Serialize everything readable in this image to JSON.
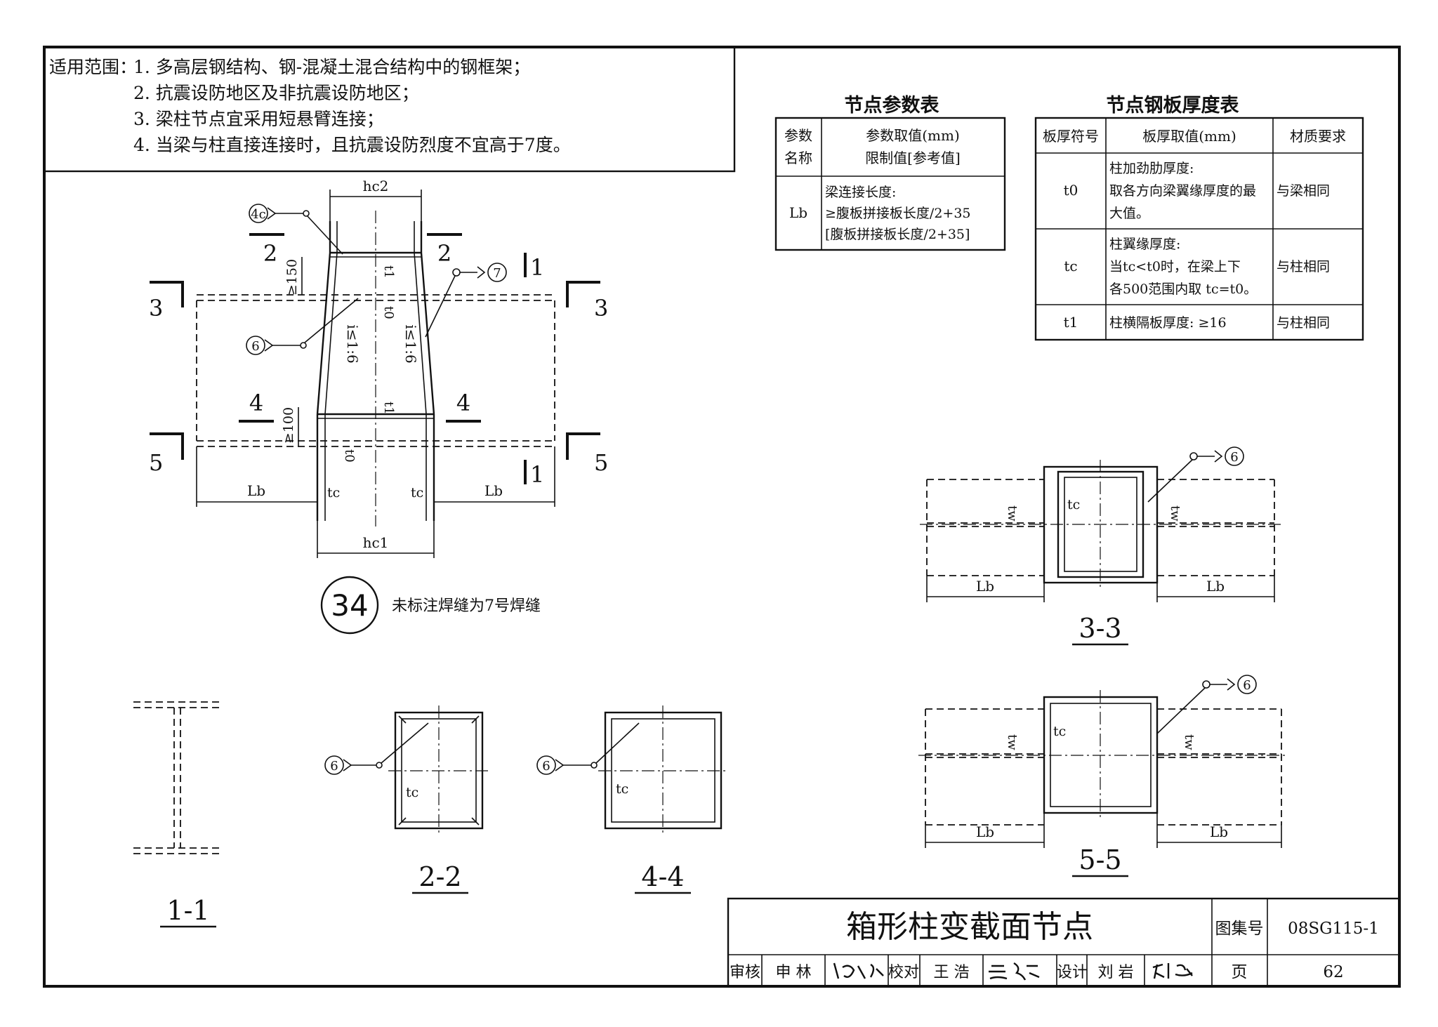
{
  "scope": {
    "label": "适用范围：",
    "items": [
      "1. 多高层钢结构、钢-混凝土混合结构中的钢框架；",
      "2. 抗震设防地区及非抗震设防地区；",
      "3. 梁柱节点宜采用短悬臂连接；",
      "4. 当梁与柱直接连接时，且抗震设防烈度不宜高于7度。"
    ]
  },
  "param_table": {
    "title": "节点参数表",
    "h1a": "参数",
    "h1b": "名称",
    "h2a": "参数取值(mm)",
    "h2b": "限制值[参考值]",
    "row_name": "Lb",
    "row_v1": "梁连接长度:",
    "row_v2": "≥腹板拼接板长度/2+35",
    "row_v3": "[腹板拼接板长度/2+35]"
  },
  "plate_table": {
    "title": "节点钢板厚度表",
    "headers": [
      "板厚符号",
      "板厚取值(mm)",
      "材质要求"
    ],
    "rows": [
      {
        "sym": "t0",
        "v": [
          "柱加劲肋厚度:",
          "取各方向梁翼缘厚度的最",
          "大值。"
        ],
        "m": "与梁相同"
      },
      {
        "sym": "tc",
        "v": [
          "柱翼缘厚度:",
          "当tc<t0时，在梁上下",
          "各500范围内取 tc=t0。"
        ],
        "m": "与柱相同"
      },
      {
        "sym": "t1",
        "v": [
          "柱横隔板厚度: ≥16"
        ],
        "m": "与柱相同"
      }
    ]
  },
  "main_detail": {
    "number": "34",
    "note": "未标注焊缝为7号焊缝",
    "hc2": "hc2",
    "hc1": "hc1",
    "lb": "Lb",
    "tc": "tc",
    "t0": "t0",
    "t1": "t1",
    "dim150": "≥150",
    "dim100": "≥100",
    "slope": "i≤1:6",
    "weld_4c": "4c",
    "weld_7": "7",
    "weld_6": "6",
    "sec": {
      "s1": "1",
      "s2": "2",
      "s3": "3",
      "s4": "4",
      "s5": "5"
    }
  },
  "sections": {
    "s11": "1-1",
    "s22": "2-2",
    "s44": "4-4",
    "s33": "3-3",
    "s55": "5-5",
    "tc": "tc",
    "tw": "tw",
    "lb": "Lb",
    "weld": "6"
  },
  "titleblock": {
    "title": "箱形柱变截面节点",
    "atlas_label": "图集号",
    "atlas_no": "08SG115-1",
    "review_label": "审核",
    "reviewer": "申 林",
    "check_label": "校对",
    "checker": "王 浩",
    "design_label": "设计",
    "designer": "刘 岩",
    "page_label": "页",
    "page_no": "62"
  }
}
